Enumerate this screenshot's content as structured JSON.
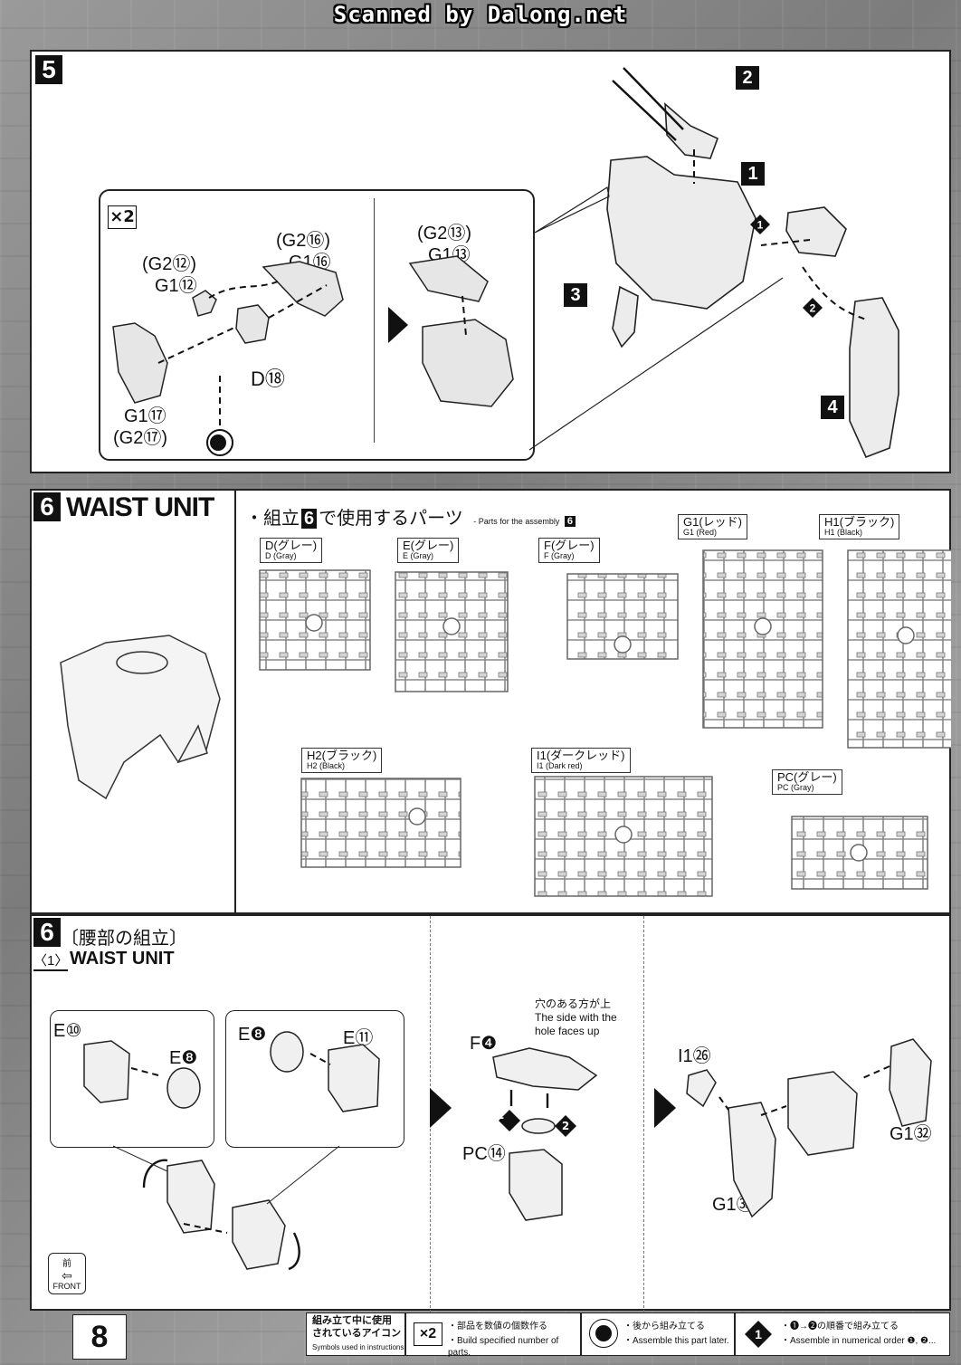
{
  "watermark": "Scanned by Dalong.net",
  "step5": {
    "number": "5",
    "detail": {
      "multiplier": "×2",
      "labels": {
        "g2_12": "(G2⑫)",
        "g1_12": "G1⑫",
        "g2_16": "(G2⑯)",
        "g1_16": "G1⑯",
        "d18": "D⑱",
        "g1_17": "G1⑰",
        "g2_17": "(G2⑰)",
        "g2_13": "(G2⑬)",
        "g1_13": "G1⑬"
      }
    },
    "units": [
      "1",
      "2",
      "3",
      "4"
    ],
    "order": [
      "1",
      "2"
    ]
  },
  "step6": {
    "number": "6",
    "title": "WAIST UNIT",
    "parts_header": "・組立",
    "parts_header_step": "6",
    "parts_header_rest": "で使用するパーツ",
    "parts_sub": "- Parts for the assembly",
    "parts_sub_step": "6",
    "runners": [
      {
        "jp": "D(グレー)",
        "en": "D (Gray)"
      },
      {
        "jp": "E(グレー)",
        "en": "E (Gray)"
      },
      {
        "jp": "F(グレー)",
        "en": "F (Gray)"
      },
      {
        "jp": "G1(レッド)",
        "en": "G1 (Red)"
      },
      {
        "jp": "H1(ブラック)",
        "en": "H1 (Black)"
      },
      {
        "jp": "H2(ブラック)",
        "en": "H2 (Black)"
      },
      {
        "jp": "I1(ダークレッド)",
        "en": "I1 (Dark red)"
      },
      {
        "jp": "PC(グレー)",
        "en": "PC (Gray)"
      }
    ]
  },
  "step6_1": {
    "number": "6",
    "title_jp": "〔腰部の組立〕",
    "sub_number": "〈1〉",
    "title_en": "WAIST UNIT",
    "labels": {
      "e10": "E⑩",
      "e8a": "E❽",
      "e8b": "E❽",
      "e11": "E⑪",
      "f4": "F❹",
      "pc14": "PC⑭",
      "i1_26": "I1㉖",
      "g1_32": "G1㉜",
      "g1_33": "G1㉝"
    },
    "note_jp": "穴のある方が上",
    "note_en_1": "The side with the",
    "note_en_2": "hole faces up",
    "front_jp": "前",
    "front_en": "FRONT"
  },
  "footer": {
    "page": "8",
    "icons_title_1": "組み立て中に使用",
    "icons_title_2": "されているアイコン",
    "icons_title_en": "Symbols used in instructions",
    "icon1_symbol": "×2",
    "icon1_jp": "・部品を数値の個数作る",
    "icon1_en": "・Build specified number of parts.",
    "icon2_jp": "・後から組み立てる",
    "icon2_en": "・Assemble this part later.",
    "icon3_jp": "・❶→❷の順番で組み立てる",
    "icon3_en": "・Assemble in numerical order ❶, ❷..."
  }
}
